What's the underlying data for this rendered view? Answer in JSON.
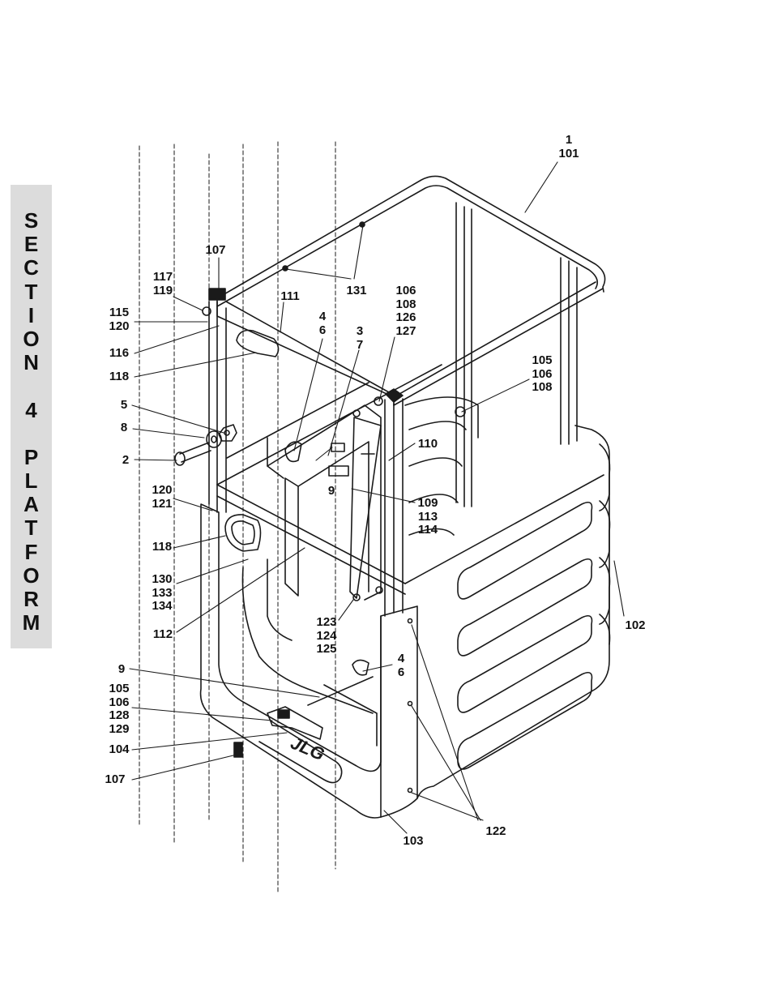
{
  "section_tab": {
    "letters": [
      "S",
      "E",
      "C",
      "T",
      "I",
      "O",
      "N",
      "",
      "4",
      "",
      "P",
      "L",
      "A",
      "T",
      "F",
      "O",
      "R",
      "M"
    ]
  },
  "brand_logo": "JLG",
  "callouts": [
    {
      "id": "c1",
      "lines": [
        "1",
        "101"
      ]
    },
    {
      "id": "c107a",
      "lines": [
        "107"
      ]
    },
    {
      "id": "c117",
      "lines": [
        "117",
        "119"
      ]
    },
    {
      "id": "c115",
      "lines": [
        "115",
        "120"
      ]
    },
    {
      "id": "c116",
      "lines": [
        "116"
      ]
    },
    {
      "id": "c118a",
      "lines": [
        "118"
      ]
    },
    {
      "id": "c111",
      "lines": [
        "111"
      ]
    },
    {
      "id": "c131",
      "lines": [
        "131"
      ]
    },
    {
      "id": "c106a",
      "lines": [
        "106",
        "108",
        "126",
        "127"
      ]
    },
    {
      "id": "c4a",
      "lines": [
        "4",
        "6"
      ]
    },
    {
      "id": "c3",
      "lines": [
        "3",
        "7"
      ]
    },
    {
      "id": "c105a",
      "lines": [
        "105",
        "106",
        "108"
      ]
    },
    {
      "id": "c5",
      "lines": [
        "5"
      ]
    },
    {
      "id": "c8",
      "lines": [
        "8"
      ]
    },
    {
      "id": "c2",
      "lines": [
        "2"
      ]
    },
    {
      "id": "c110",
      "lines": [
        "110"
      ]
    },
    {
      "id": "c9a",
      "lines": [
        "9"
      ]
    },
    {
      "id": "c120",
      "lines": [
        "120",
        "121"
      ]
    },
    {
      "id": "c109",
      "lines": [
        "109",
        "113",
        "114"
      ]
    },
    {
      "id": "c118b",
      "lines": [
        "118"
      ]
    },
    {
      "id": "c130",
      "lines": [
        "130",
        "133",
        "134"
      ]
    },
    {
      "id": "c112",
      "lines": [
        "112"
      ]
    },
    {
      "id": "c102",
      "lines": [
        "102"
      ]
    },
    {
      "id": "c123",
      "lines": [
        "123",
        "124",
        "125"
      ]
    },
    {
      "id": "c4b",
      "lines": [
        "4",
        "6"
      ]
    },
    {
      "id": "c9b",
      "lines": [
        "9"
      ]
    },
    {
      "id": "c105b",
      "lines": [
        "105",
        "106",
        "128",
        "129"
      ]
    },
    {
      "id": "c104",
      "lines": [
        "104"
      ]
    },
    {
      "id": "c107b",
      "lines": [
        "107"
      ]
    },
    {
      "id": "c122",
      "lines": [
        "122"
      ]
    },
    {
      "id": "c103",
      "lines": [
        "103"
      ]
    }
  ]
}
